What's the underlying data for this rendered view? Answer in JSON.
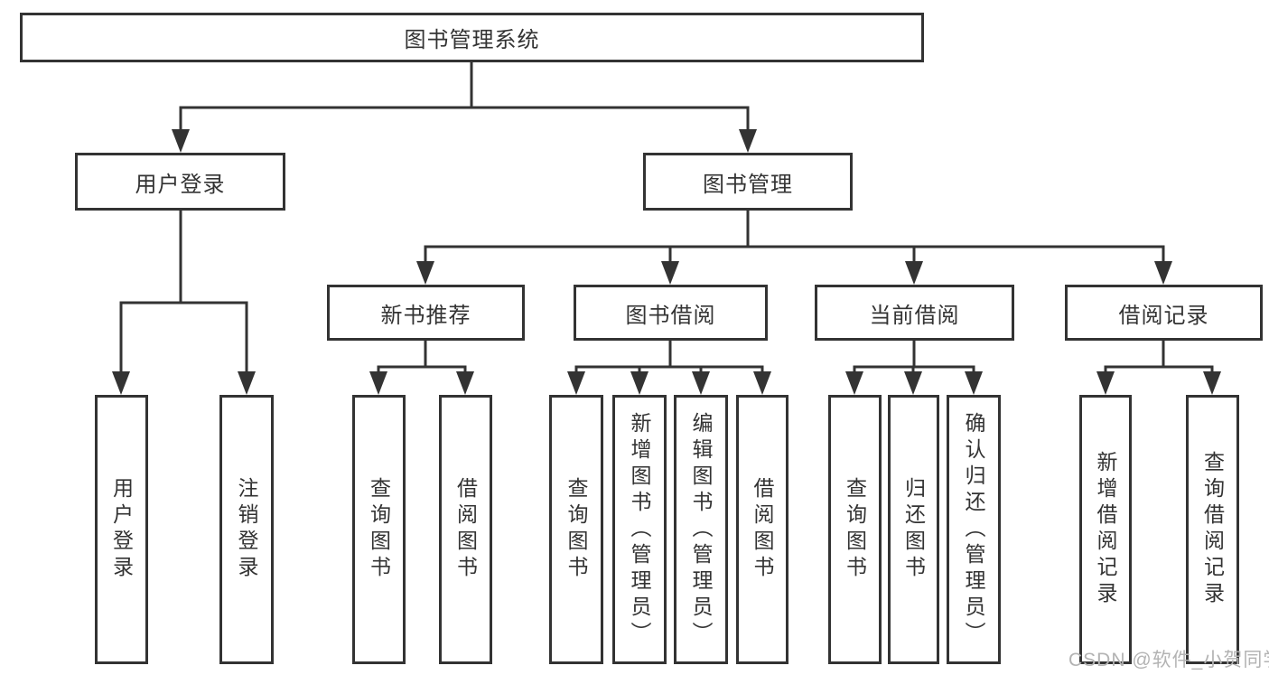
{
  "tree": {
    "root": "图书管理系统",
    "branches": [
      {
        "label": "用户登录",
        "children": [
          "用户登录",
          "注销登录"
        ]
      },
      {
        "label": "图书管理",
        "children": [
          {
            "label": "新书推荐",
            "children": [
              "查询图书",
              "借阅图书"
            ]
          },
          {
            "label": "图书借阅",
            "children": [
              "查询图书",
              "新增图书（管理员）",
              "编辑图书（管理员）",
              "借阅图书"
            ]
          },
          {
            "label": "当前借阅",
            "children": [
              "查询图书",
              "归还图书",
              "确认归还（管理员）"
            ]
          },
          {
            "label": "借阅记录",
            "children": [
              "新增借阅记录",
              "查询借阅记录"
            ]
          }
        ]
      }
    ]
  },
  "watermark": {
    "text": "CSDN @软件_小贺同学"
  },
  "colors": {
    "line": "#333333",
    "text": "#333333",
    "background": "#ffffff",
    "watermark": "#b3b3b3"
  }
}
